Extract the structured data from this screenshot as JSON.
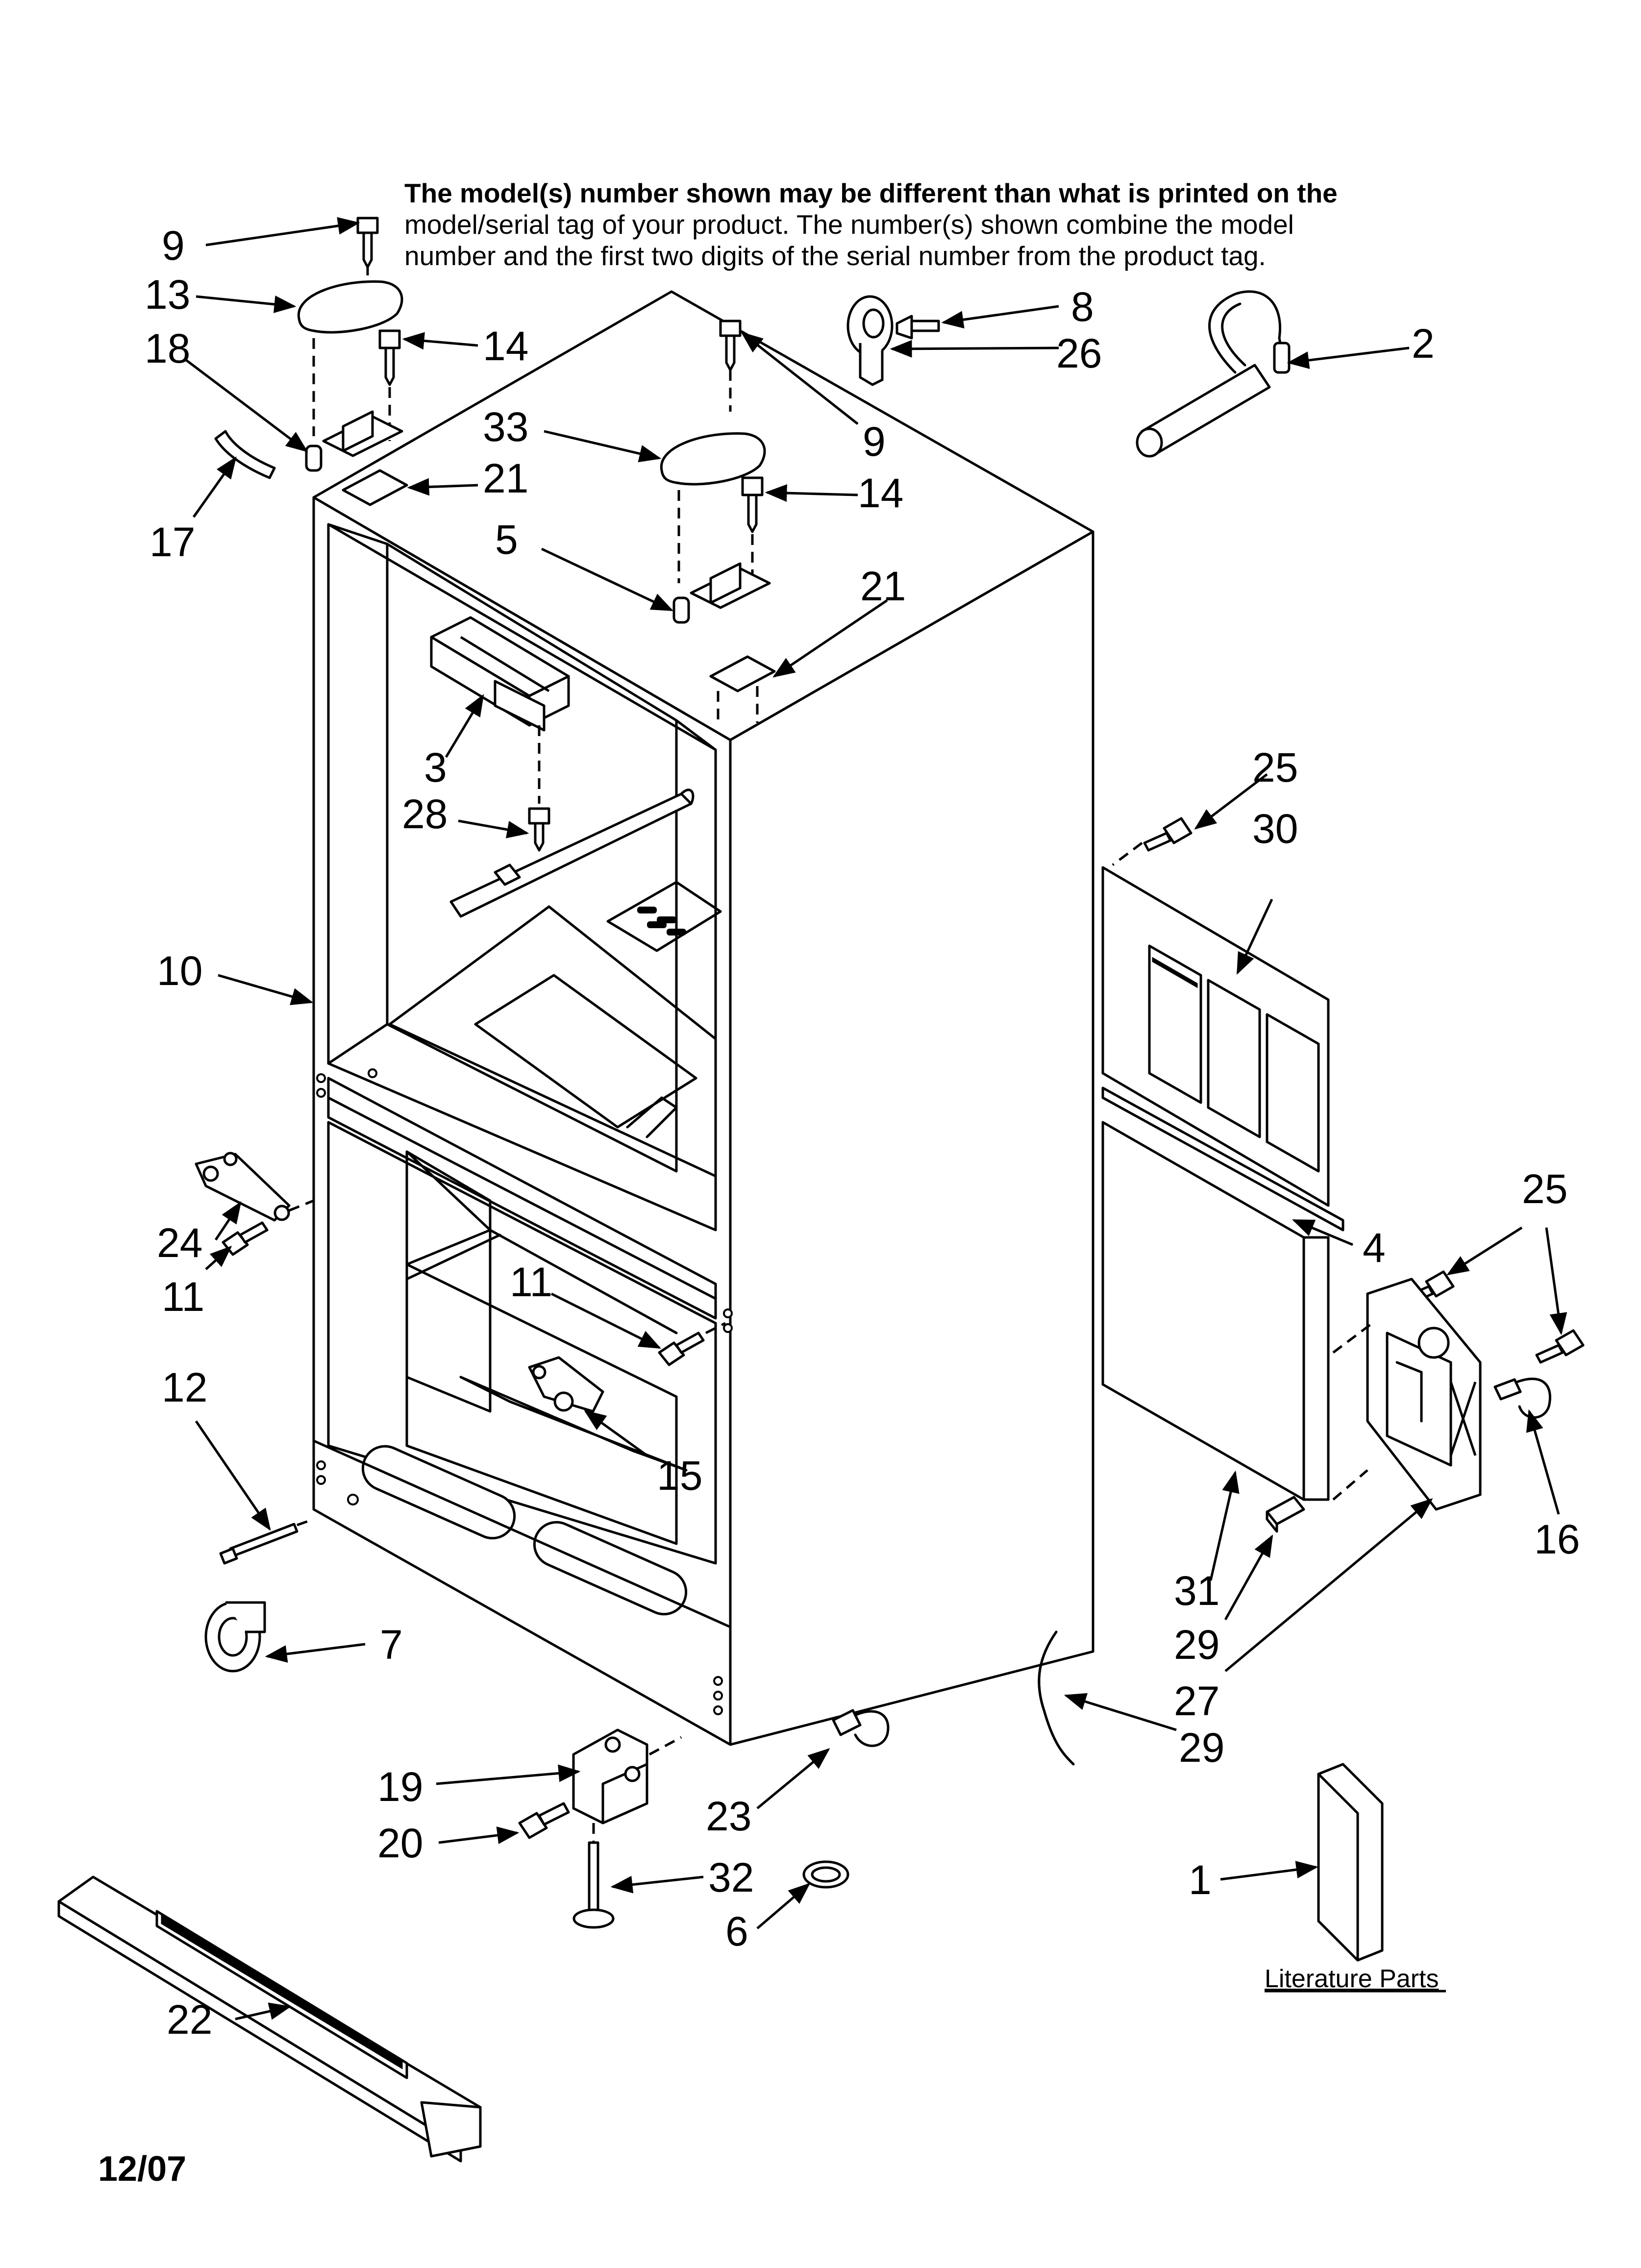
{
  "notice": {
    "line1": "The model(s) number shown may be different than what is printed on the",
    "line2": "model/serial tag of your product. The number(s) shown combine the model",
    "line3": "number and the first two digits of the serial number from the product tag."
  },
  "date_code": "12/07",
  "literature_label": "Literature Parts",
  "callouts": [
    {
      "id": "c9a",
      "text": "9"
    },
    {
      "id": "c13",
      "text": "13"
    },
    {
      "id": "c18",
      "text": "18"
    },
    {
      "id": "c17",
      "text": "17"
    },
    {
      "id": "c14a",
      "text": "14"
    },
    {
      "id": "c21a",
      "text": "21"
    },
    {
      "id": "c33",
      "text": "33"
    },
    {
      "id": "c9b",
      "text": "9"
    },
    {
      "id": "c14b",
      "text": "14"
    },
    {
      "id": "c5",
      "text": "5"
    },
    {
      "id": "c21b",
      "text": "21"
    },
    {
      "id": "c8",
      "text": "8"
    },
    {
      "id": "c26",
      "text": "26"
    },
    {
      "id": "c2",
      "text": "2"
    },
    {
      "id": "c3",
      "text": "3"
    },
    {
      "id": "c28",
      "text": "28"
    },
    {
      "id": "c10",
      "text": "10"
    },
    {
      "id": "c24",
      "text": "24"
    },
    {
      "id": "c11a",
      "text": "11"
    },
    {
      "id": "c11b",
      "text": "11"
    },
    {
      "id": "c12",
      "text": "12"
    },
    {
      "id": "c15",
      "text": "15"
    },
    {
      "id": "c7",
      "text": "7"
    },
    {
      "id": "c25a",
      "text": "25"
    },
    {
      "id": "c30",
      "text": "30"
    },
    {
      "id": "c4",
      "text": "4"
    },
    {
      "id": "c25b",
      "text": "25"
    },
    {
      "id": "c16",
      "text": "16"
    },
    {
      "id": "c31",
      "text": "31"
    },
    {
      "id": "c29a",
      "text": "29"
    },
    {
      "id": "c27",
      "text": "27"
    },
    {
      "id": "c29b",
      "text": "29"
    },
    {
      "id": "c19",
      "text": "19"
    },
    {
      "id": "c20",
      "text": "20"
    },
    {
      "id": "c23",
      "text": "23"
    },
    {
      "id": "c32",
      "text": "32"
    },
    {
      "id": "c6",
      "text": "6"
    },
    {
      "id": "c1",
      "text": "1"
    },
    {
      "id": "c22",
      "text": "22"
    }
  ]
}
